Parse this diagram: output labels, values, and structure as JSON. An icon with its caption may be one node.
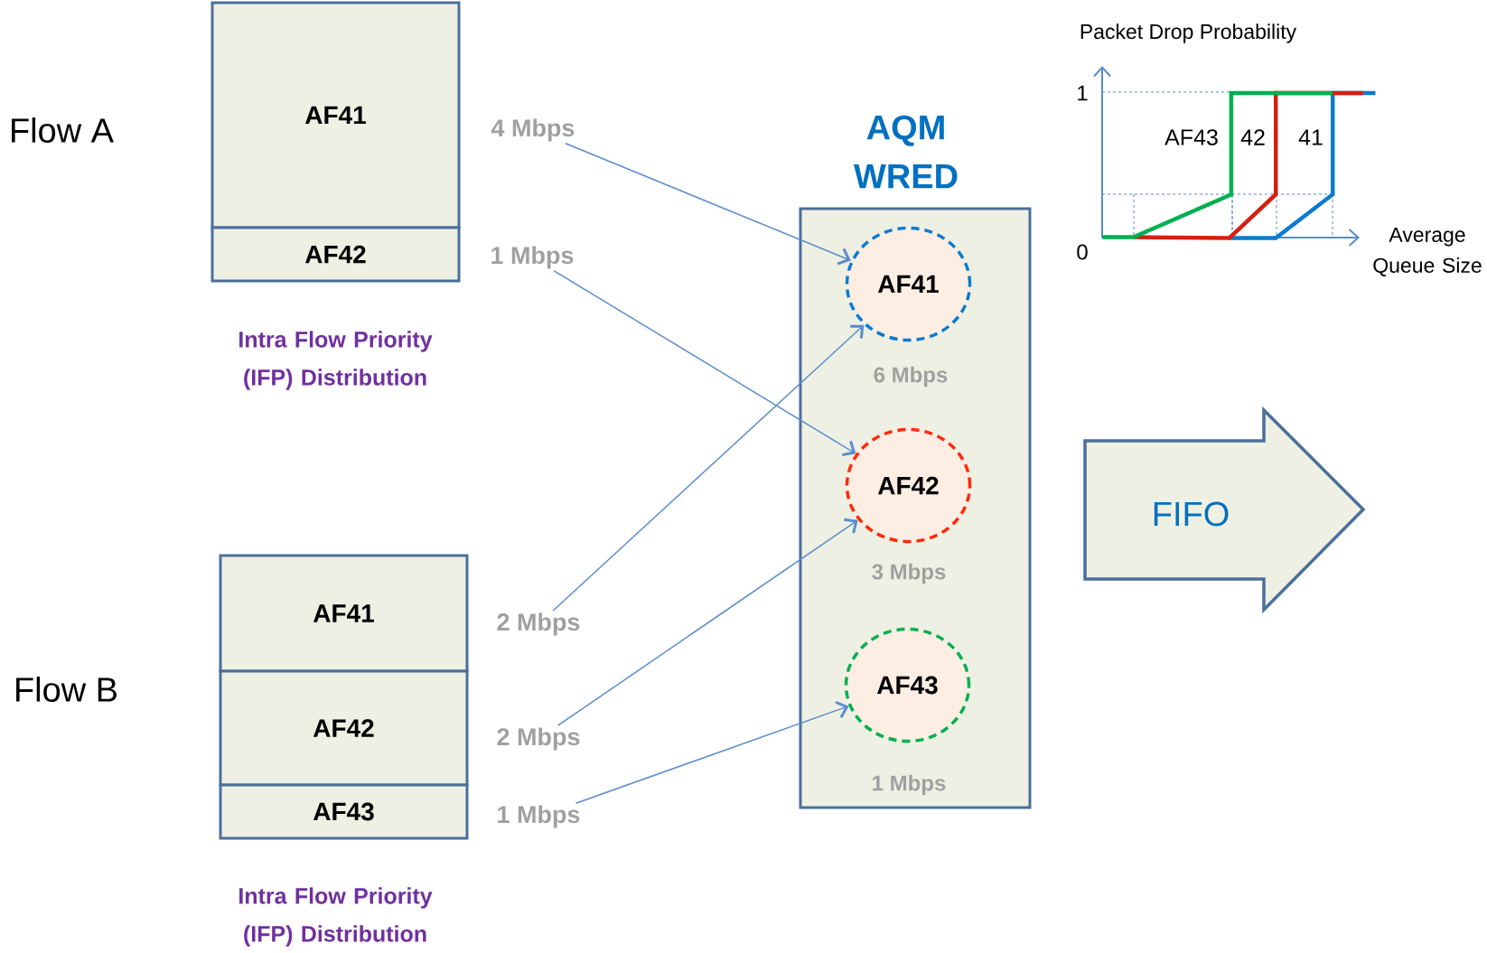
{
  "diagram": {
    "nodes": [
      {
        "text": [
          "AF41"
        ]
      },
      {
        "text": [
          "AF42"
        ]
      },
      {
        "text": [
          "4 Mbps"
        ]
      },
      {
        "text": [
          "1 Mbps"
        ]
      },
      {
        "text": [
          "AF41"
        ]
      },
      {
        "text": [
          "AF42"
        ]
      },
      {
        "text": [
          "AF43"
        ]
      },
      {
        "text": [
          "2 Mbps"
        ]
      },
      {
        "text": [
          "2 Mbps"
        ]
      },
      {
        "text": [
          "1 Mbps"
        ]
      },
      {
        "text": [
          "AQM WRED"
        ]
      },
      {
        "text": [
          "AF41"
        ],
        "in": 10,
        "beside": [
          "6 Mbps"
        ]
      },
      {
        "text": [
          "AF42"
        ],
        "in": 10,
        "beside": [
          "3 Mbps"
        ]
      },
      {
        "text": [
          "AF43"
        ],
        "in": 10,
        "beside": [
          "1 Mbps"
        ]
      },
      {
        "text": [
          "FIFO"
        ]
      }
    ],
    "edges": [
      {
        "from": 2,
        "to": 11,
        "arrow": "to"
      },
      {
        "from": 3,
        "to": 12,
        "arrow": "to"
      },
      {
        "from": 7,
        "to": 11,
        "arrow": "to"
      },
      {
        "from": 8,
        "to": 12,
        "arrow": "to"
      },
      {
        "from": 9,
        "to": 13,
        "arrow": "to"
      }
    ],
    "labels": [
      "Flow A",
      "Packet Drop Probability",
      "1",
      "AF43",
      "42",
      "41",
      "Average Queue Size",
      "0",
      "Intra Flow Priority (IFP) Distribution",
      "Flow B",
      "Intra Flow Priority (IFP) Distribution"
    ]
  }
}
